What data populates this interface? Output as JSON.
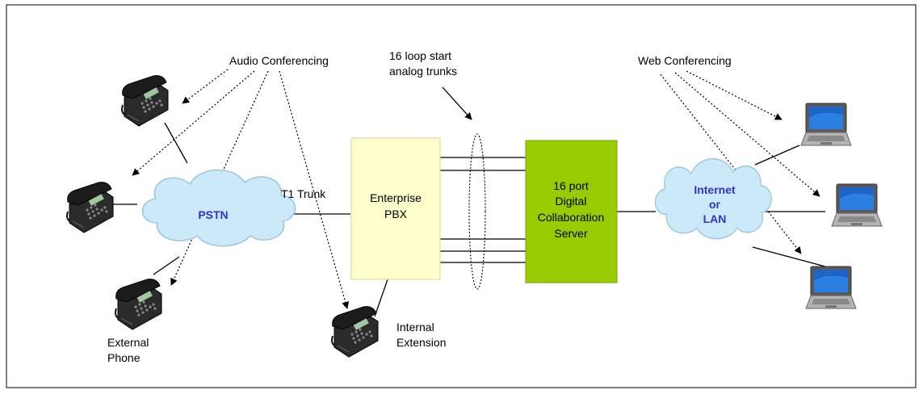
{
  "labels": {
    "audio_conferencing": "Audio Conferencing",
    "trunk_note_line1": "16 loop start",
    "trunk_note_line2": "analog trunks",
    "web_conferencing": "Web Conferencing",
    "t1_trunk": "T1 Trunk",
    "pstn": "PSTN",
    "pbx_line1": "Enterprise",
    "pbx_line2": "PBX",
    "server_line1": "16 port",
    "server_line2": "Digital",
    "server_line3": "Collaboration",
    "server_line4": "Server",
    "internet_line1": "Internet",
    "internet_line2": "or",
    "internet_line3": "LAN",
    "external_phone_line1": "External",
    "external_phone_line2": "Phone",
    "internal_ext_line1": "Internal",
    "internal_ext_line2": "Extension"
  },
  "colors": {
    "pbx_fill": "#ffffcc",
    "server_fill": "#99cc00",
    "cloud_fill": "#cce9f9",
    "cloud_label": "#3333cc",
    "border": "#000000"
  },
  "icons": {
    "phone": "phone-icon",
    "laptop": "laptop-icon",
    "cloud": "cloud-icon"
  }
}
